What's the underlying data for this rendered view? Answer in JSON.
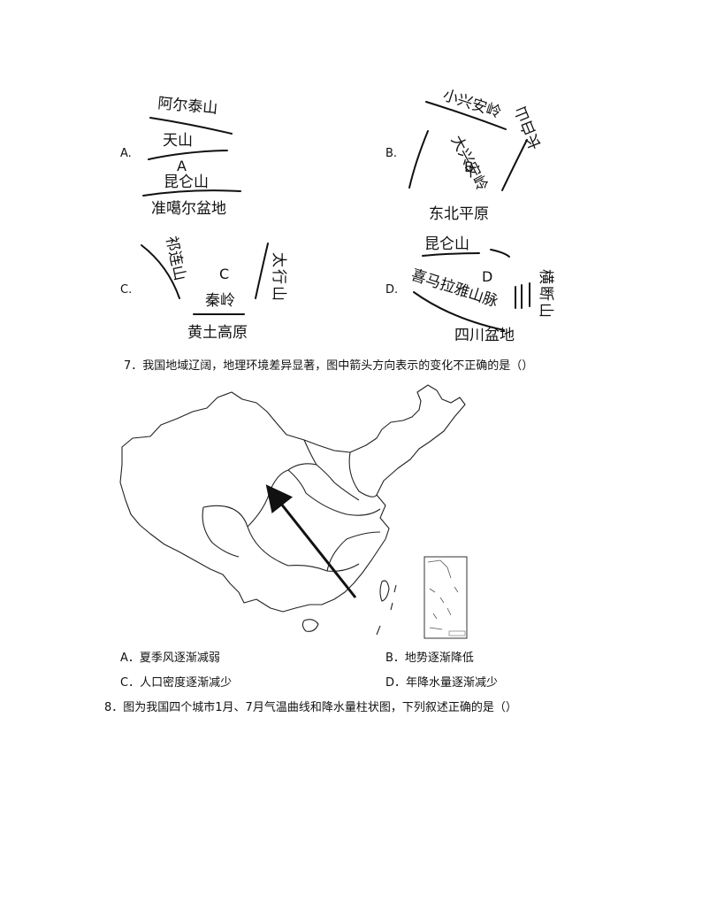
{
  "q6": {
    "diagrams": [
      {
        "letter": "A.",
        "center": "A",
        "labels": [
          "阿尔泰山",
          "天山",
          "昆仑山",
          "准噶尔盆地"
        ]
      },
      {
        "letter": "B.",
        "center": "B",
        "labels": [
          "小兴安岭",
          "大兴安岭",
          "长白山",
          "东北平原"
        ]
      },
      {
        "letter": "C.",
        "center": "C",
        "labels": [
          "祁连山",
          "太行山",
          "秦岭",
          "黄土高原"
        ]
      },
      {
        "letter": "D.",
        "center": "D",
        "labels": [
          "昆仑山",
          "喜马拉雅山脉",
          "横断山",
          "四川盆地"
        ]
      }
    ]
  },
  "q7": {
    "question": "7．我国地域辽阔，地理环境差异显著，图中箭头方向表示的变化不正确的是（）",
    "options": {
      "A": "A．夏季风逐渐减弱",
      "B": "B．地势逐渐降低",
      "C": "C．人口密度逐渐减少",
      "D": "D．年降水量逐渐减少"
    }
  },
  "q8": {
    "question": "8．图为我国四个城市1月、7月气温曲线和降水量柱状图，下列叙述正确的是（）"
  }
}
